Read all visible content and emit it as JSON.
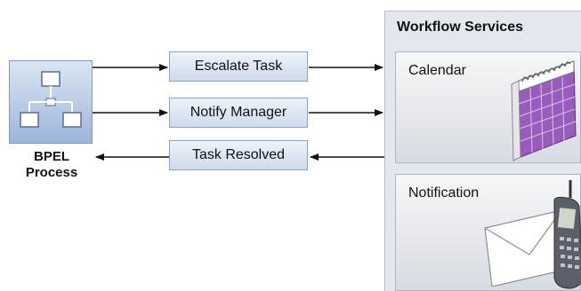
{
  "bpel": {
    "line1": "BPEL",
    "line2": "Process",
    "icon": "process-tree-icon"
  },
  "messages": {
    "escalate": "Escalate Task",
    "notify": "Notify Manager",
    "resolved": "Task Resolved"
  },
  "workflow": {
    "title": "Workflow Services",
    "calendar": {
      "label": "Calendar",
      "icon": "calendar-icon"
    },
    "notification": {
      "label": "Notification",
      "icons": [
        "envelope-icon",
        "mobile-phone-icon"
      ]
    }
  },
  "colors": {
    "message_box": "#cddbed",
    "calendar_purple": "#8a4aa8",
    "panel": "#e3e8ee"
  }
}
